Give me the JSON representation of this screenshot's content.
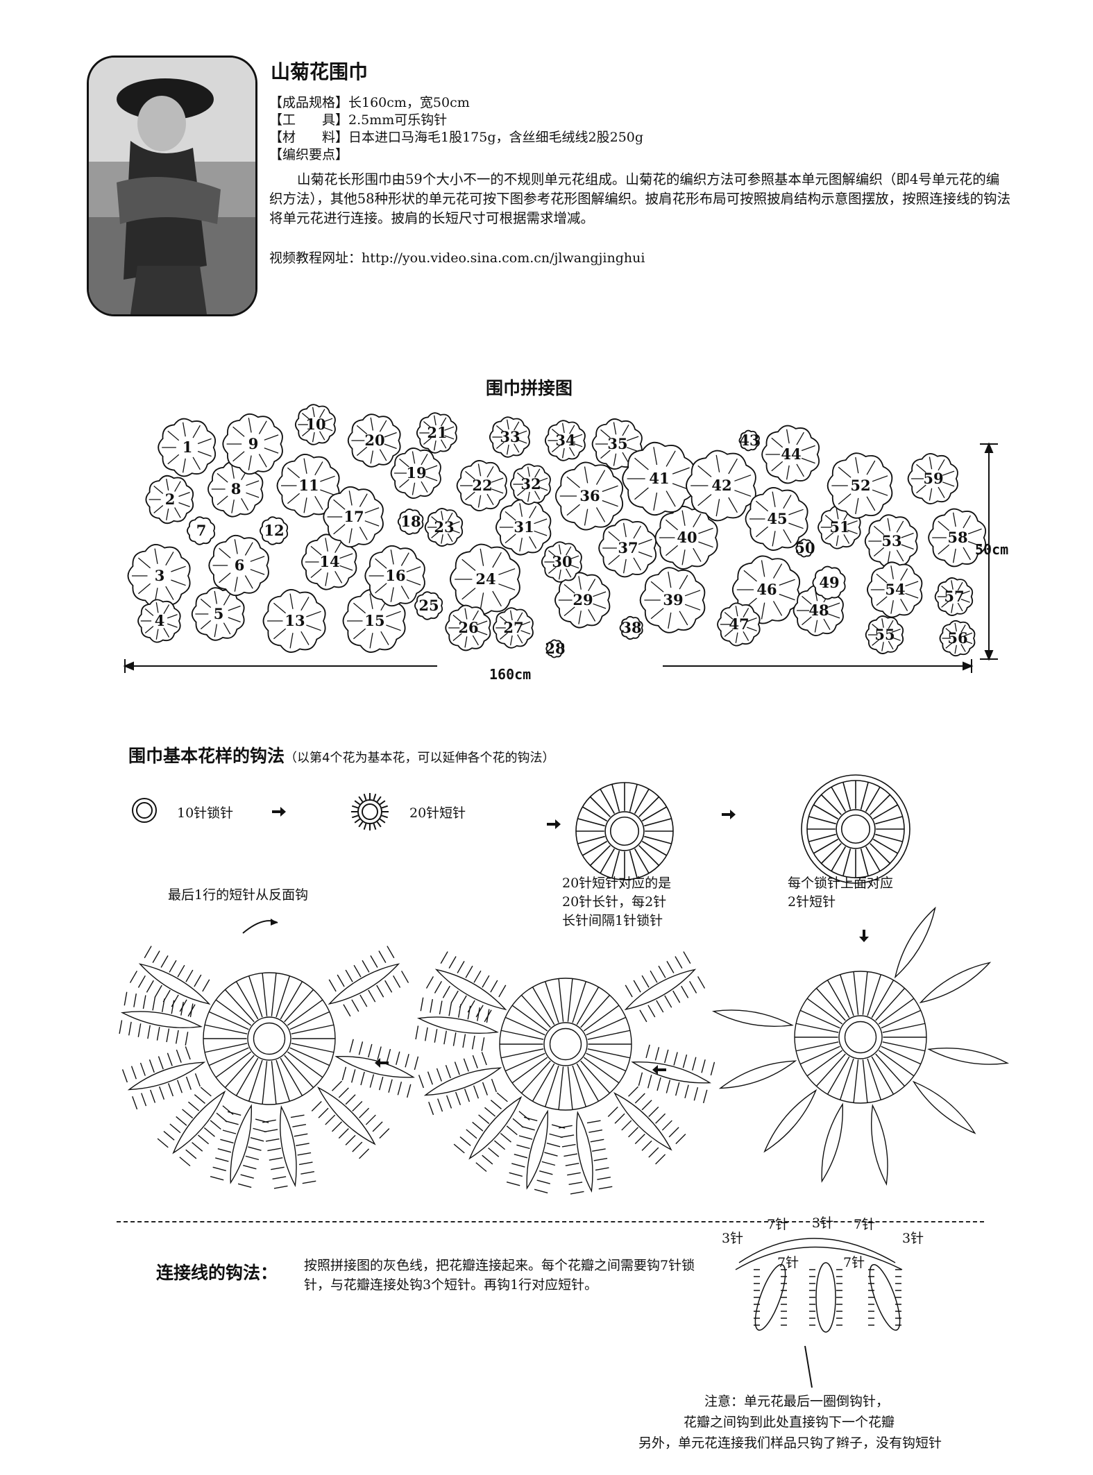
{
  "header": {
    "title": "山菊花围巾",
    "specs": [
      "【成品规格】长160cm，宽50cm",
      "【工　　具】2.5mm可乐钩针",
      "【材　　料】日本进口马海毛1股175g，含丝细毛绒线2股250g",
      "【编织要点】"
    ],
    "description": "山菊花长形围巾由59个大小不一的不规则单元花组成。山菊花的编织方法可参照基本单元图解编织（即4号单元花的编织方法），其他58种形状的单元花可按下图参考花形图解编织。披肩花形布局可按照披肩结构示意图摆放，按照连接线的钩法将单元花进行连接。披肩的长短尺寸可根据需求增减。",
    "video_url": "视频教程网址：http://you.video.sina.com.cn/jlwangjinghui"
  },
  "layout_diagram": {
    "title": "围巾拼接图",
    "width_label": "160cm",
    "height_label": "50cm",
    "flower_numbers": [
      "1",
      "2",
      "3",
      "4",
      "5",
      "6",
      "7",
      "8",
      "9",
      "10",
      "11",
      "12",
      "13",
      "14",
      "15",
      "16",
      "17",
      "18",
      "19",
      "20",
      "21",
      "22",
      "23",
      "24",
      "25",
      "26",
      "27",
      "28",
      "29",
      "30",
      "31",
      "32",
      "33",
      "34",
      "35",
      "36",
      "37",
      "38",
      "39",
      "40",
      "41",
      "42",
      "43",
      "44",
      "45",
      "46",
      "47",
      "48",
      "49",
      "50",
      "51",
      "52",
      "53",
      "54",
      "55",
      "56",
      "57",
      "58",
      "59"
    ]
  },
  "basic_pattern": {
    "title": "围巾基本花样的钩法",
    "subtitle": "（以第4个花为基本花，可以延伸各个花的钩法）",
    "step1": "10针锁针",
    "step2": "20针短针",
    "note3": [
      "20针短针对应的是",
      "20针长针，每2针",
      "长针间隔1针锁针"
    ],
    "note4": [
      "每个锁针上面对应",
      "2针短针"
    ],
    "note_last_row": "最后1行的短针从反面钩"
  },
  "connection": {
    "title": "连接线的钩法：",
    "text": "按照拼接图的灰色线，把花瓣连接起来。每个花瓣之间需要钩7针锁针，与花瓣连接处钩3个短针。再钩1行对应短针。",
    "labels": [
      "3针",
      "7针",
      "3针",
      "7针",
      "3针",
      "7针",
      "7针"
    ],
    "notes": [
      "注意：单元花最后一圈倒钩针，",
      "花瓣之间钩到此处直接钩下一个花瓣",
      "另外，单元花连接我们样品只钩了辫子，没有钩短针"
    ]
  }
}
